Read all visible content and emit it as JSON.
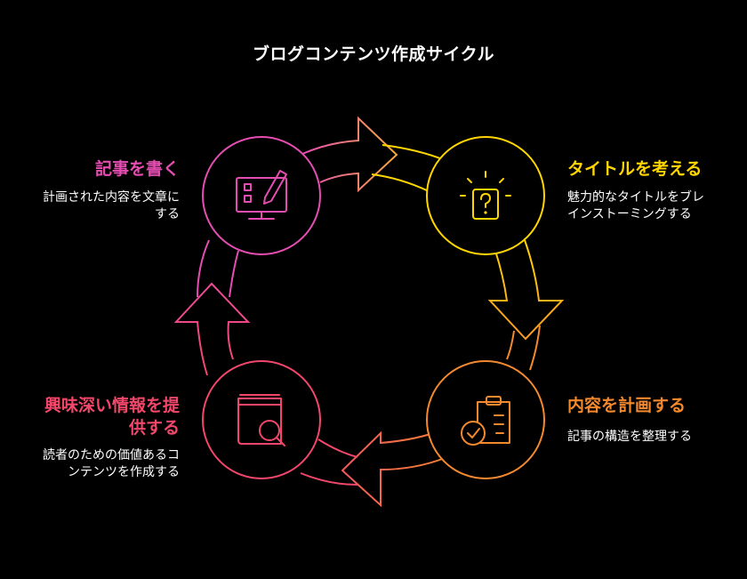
{
  "title": "ブログコンテンツ作成サイクル",
  "colors": {
    "write": "#e64db2",
    "title": "#ffd600",
    "plan": "#f5892e",
    "provide": "#f2476a",
    "background": "#000000"
  },
  "steps": {
    "write": {
      "title": "記事を書く",
      "description_lines": [
        "計画された内容を文章に",
        "する"
      ],
      "icon": "monitor-pencil-icon"
    },
    "title": {
      "title": "タイトルを考える",
      "description_lines": [
        "魅力的なタイトルをブレ",
        "インストーミングする"
      ],
      "icon": "lightbulb-question-icon"
    },
    "plan": {
      "title": "内容を計画する",
      "description_lines": [
        "記事の構造を整理する"
      ],
      "icon": "clipboard-check-icon"
    },
    "provide": {
      "title_lines": [
        "興味深い情報を提",
        "供する"
      ],
      "description_lines": [
        "読者のための価値あるコ",
        "ンテンツを作成する"
      ],
      "icon": "book-search-icon"
    }
  }
}
